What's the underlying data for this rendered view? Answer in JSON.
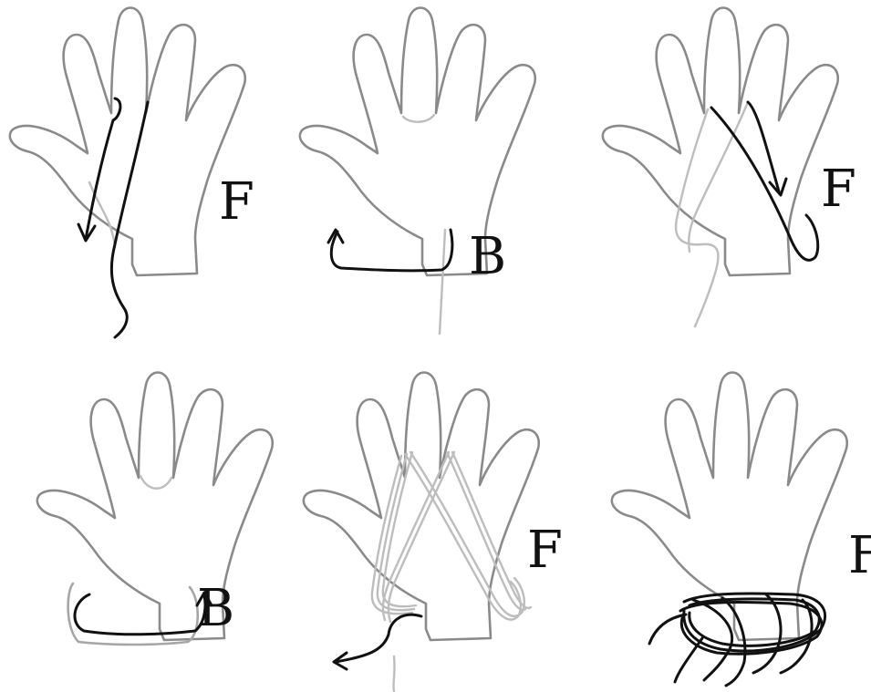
{
  "panels": [
    {
      "label": "F",
      "colors": {
        "outline": "#8a8a8a",
        "wrap": "#111111"
      }
    },
    {
      "label": "B",
      "colors": {
        "outline": "#8a8a8a",
        "wrap": "#111111"
      }
    },
    {
      "label": "F",
      "colors": {
        "outline": "#8a8a8a",
        "wrap": "#111111"
      }
    },
    {
      "label": "B",
      "colors": {
        "outline": "#8a8a8a",
        "wrap": "#111111"
      }
    },
    {
      "label": "F",
      "colors": {
        "outline": "#8a8a8a",
        "wrap": "#111111"
      }
    },
    {
      "label": "F",
      "colors": {
        "outline": "#8a8a8a",
        "wrap": "#111111"
      }
    }
  ]
}
